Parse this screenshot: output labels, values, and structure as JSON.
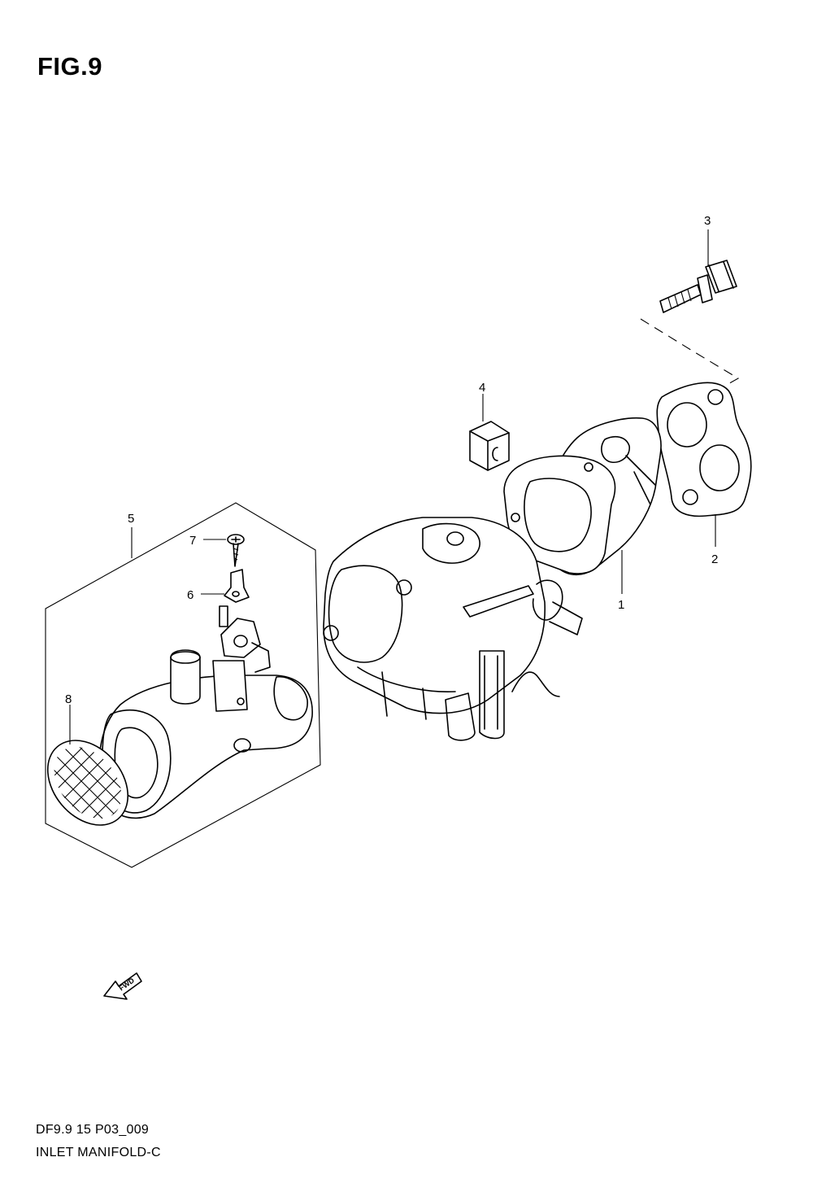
{
  "figure": {
    "title": "FIG.9",
    "code": "DF9.9 15 P03_009",
    "name": "INLET MANIFOLD-C",
    "fwd_label": "FWD"
  },
  "callouts": [
    {
      "id": "1",
      "label": "1"
    },
    {
      "id": "2",
      "label": "2"
    },
    {
      "id": "3",
      "label": "3"
    },
    {
      "id": "4",
      "label": "4"
    },
    {
      "id": "5",
      "label": "5"
    },
    {
      "id": "6",
      "label": "6"
    },
    {
      "id": "7",
      "label": "7"
    },
    {
      "id": "8",
      "label": "8"
    }
  ]
}
